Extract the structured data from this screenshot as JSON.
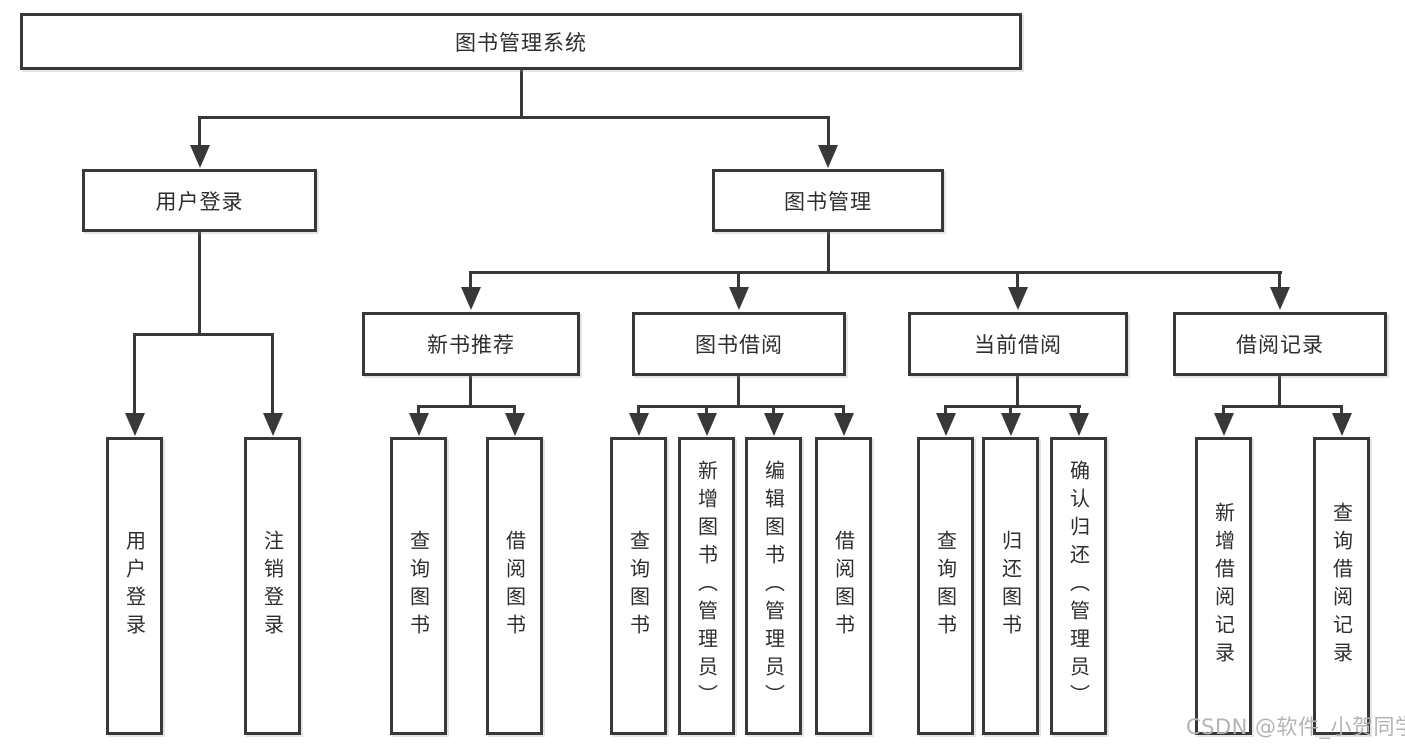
{
  "diagram": {
    "root": {
      "label": "图书管理系统"
    },
    "level2": [
      {
        "id": "user-login",
        "label": "用户登录"
      },
      {
        "id": "book-management",
        "label": "图书管理"
      }
    ],
    "level3": [
      {
        "id": "new-book-recommend",
        "label": "新书推荐"
      },
      {
        "id": "book-borrowing",
        "label": "图书借阅"
      },
      {
        "id": "current-borrowing",
        "label": "当前借阅"
      },
      {
        "id": "borrowing-records",
        "label": "借阅记录"
      }
    ],
    "leaves": [
      {
        "group": "user-login",
        "label": "用户登录"
      },
      {
        "group": "user-login",
        "label": "注销登录"
      },
      {
        "group": "new-book-recommend",
        "label": "查询图书"
      },
      {
        "group": "new-book-recommend",
        "label": "借阅图书"
      },
      {
        "group": "book-borrowing",
        "label": "查询图书"
      },
      {
        "group": "book-borrowing",
        "label": "新增图书（管理员）"
      },
      {
        "group": "book-borrowing",
        "label": "编辑图书（管理员）"
      },
      {
        "group": "book-borrowing",
        "label": "借阅图书"
      },
      {
        "group": "current-borrowing",
        "label": "查询图书"
      },
      {
        "group": "current-borrowing",
        "label": "归还图书"
      },
      {
        "group": "current-borrowing",
        "label": "确认归还（管理员）"
      },
      {
        "group": "borrowing-records",
        "label": "新增借阅记录"
      },
      {
        "group": "borrowing-records",
        "label": "查询借阅记录"
      }
    ],
    "colors": {
      "line": "#383838",
      "text": "#2e2e2e",
      "box_background": "#ffffff"
    }
  },
  "watermark": {
    "text": "CSDN @软件_小贺同学",
    "color": "#b4b4b4"
  }
}
